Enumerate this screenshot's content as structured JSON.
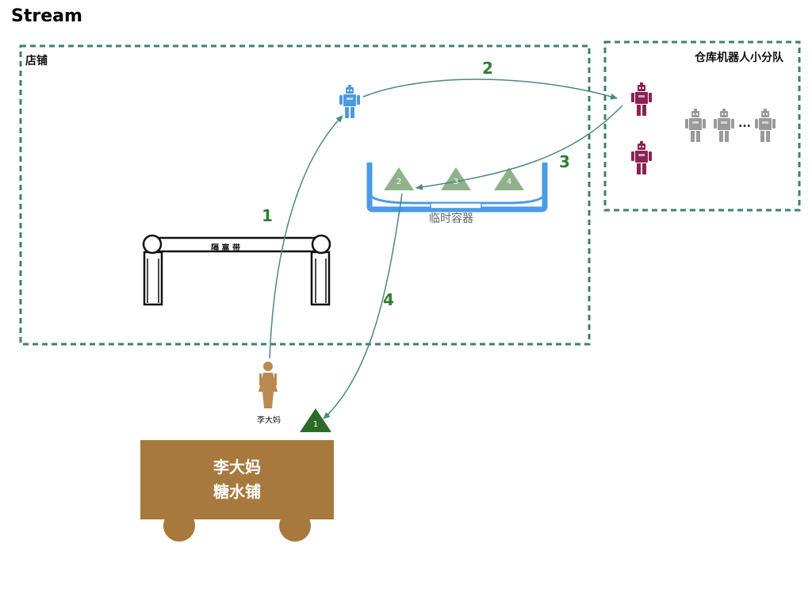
{
  "title": "Stream",
  "regions": {
    "store_label": "店铺",
    "robot_team_label": "仓库机器人小分队"
  },
  "steps": {
    "s1": "1",
    "s2": "2",
    "s3": "3",
    "s4": "4"
  },
  "barrier_label": "隔 离 带",
  "container_label": "临时容器",
  "container_items": [
    "2",
    "3",
    "4"
  ],
  "customer_label": "李大妈",
  "delivered_item": "1",
  "shop": {
    "line1": "李大妈",
    "line2": "糖水铺"
  },
  "ellipsis": "...",
  "colors": {
    "dashed_border": "#3f7f6f",
    "step_green": "#2e7d32",
    "arrow": "#4a8a80",
    "robot_blue": "#4a9be0",
    "robot_purple": "#8b2252",
    "robot_gray": "#9a9a9a",
    "container_blue": "#4a9be8",
    "triangle_green": "#8fb28a",
    "triangle_dark": "#2e6b2a",
    "shop_brown": "#a8793d",
    "person": "#b98a50"
  },
  "icons": {
    "worker_robot": "robot-icon",
    "team_robots": "robot-icon",
    "customer": "person-icon"
  }
}
